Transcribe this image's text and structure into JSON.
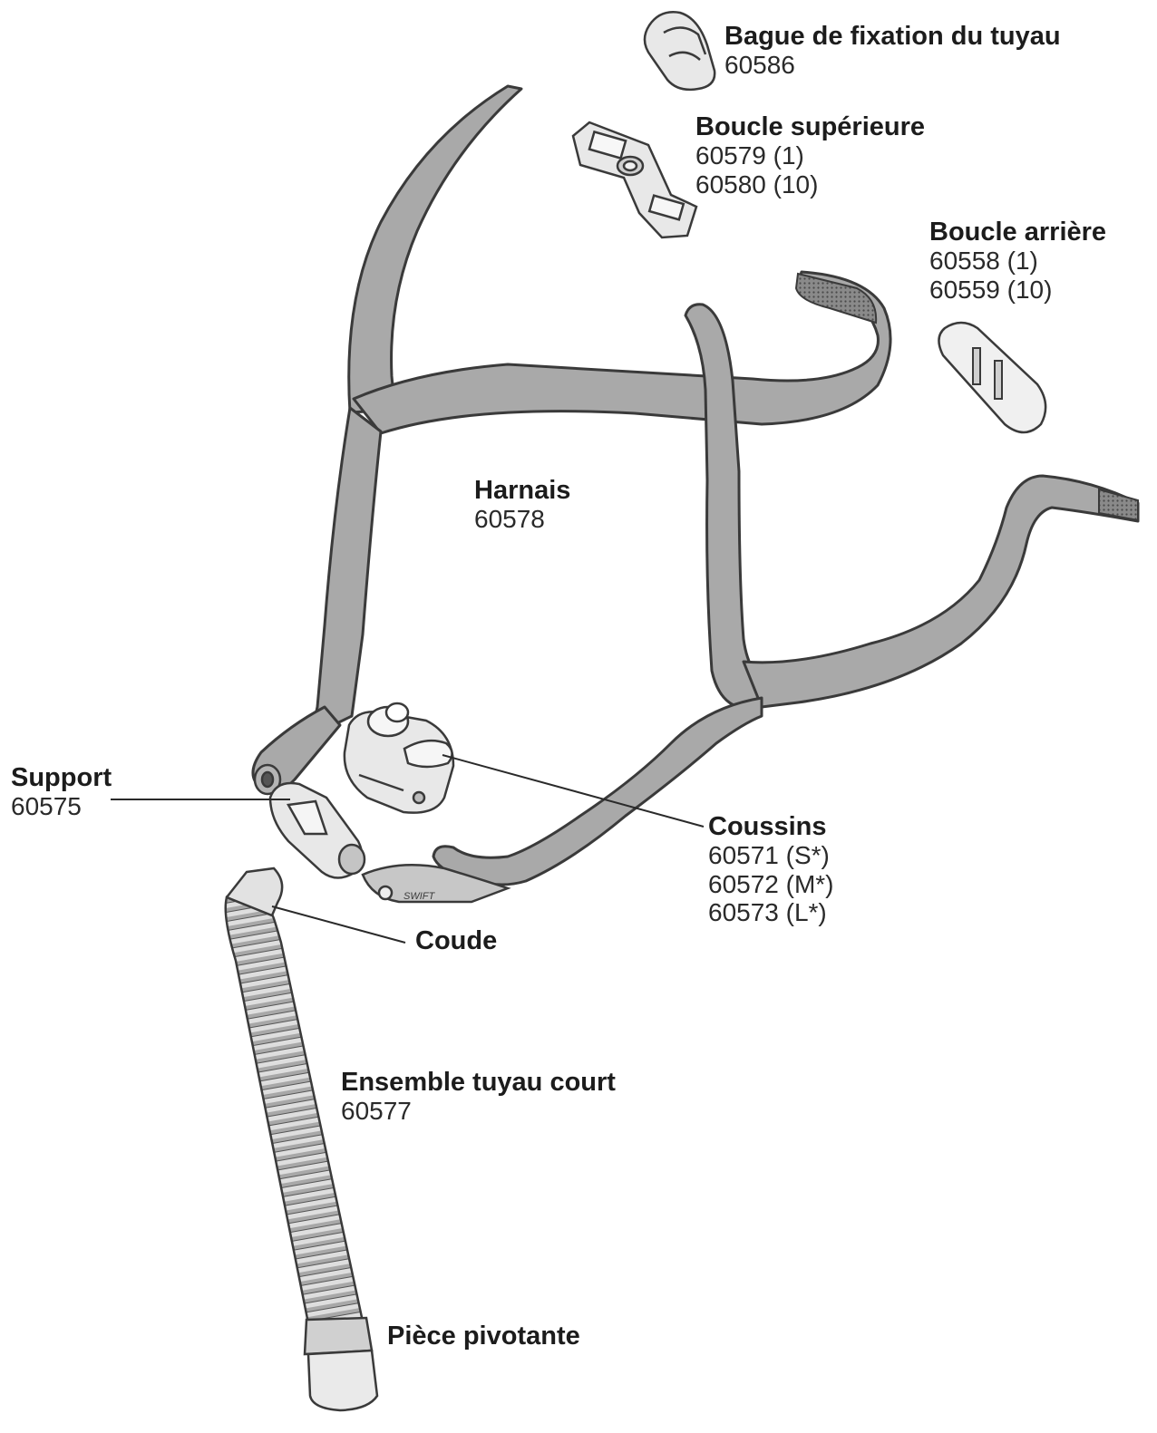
{
  "colors": {
    "strap_fill": "#a9a9a9",
    "strap_edge": "#3a3a3a",
    "part_fill": "#e6e6e6",
    "text": "#1c1c1c"
  },
  "embossed_text": "SWIFT",
  "labels": {
    "bague": {
      "name": "Bague de fixation du tuyau",
      "codes": [
        "60586"
      ]
    },
    "boucle_sup": {
      "name": "Boucle supérieure",
      "codes": [
        "60579 (1)",
        "60580 (10)"
      ]
    },
    "boucle_arr": {
      "name": "Boucle arrière",
      "codes": [
        "60558 (1)",
        "60559 (10)"
      ]
    },
    "harnais": {
      "name": "Harnais",
      "codes": [
        "60578"
      ]
    },
    "support": {
      "name": "Support",
      "codes": [
        "60575"
      ]
    },
    "coussins": {
      "name": "Coussins",
      "codes": [
        "60571 (S*)",
        "60572 (M*)",
        "60573 (L*)"
      ]
    },
    "coude": {
      "name": "Coude",
      "codes": []
    },
    "tuyau": {
      "name": "Ensemble tuyau court",
      "codes": [
        "60577"
      ]
    },
    "piece": {
      "name": "Pièce pivotante",
      "codes": []
    }
  }
}
